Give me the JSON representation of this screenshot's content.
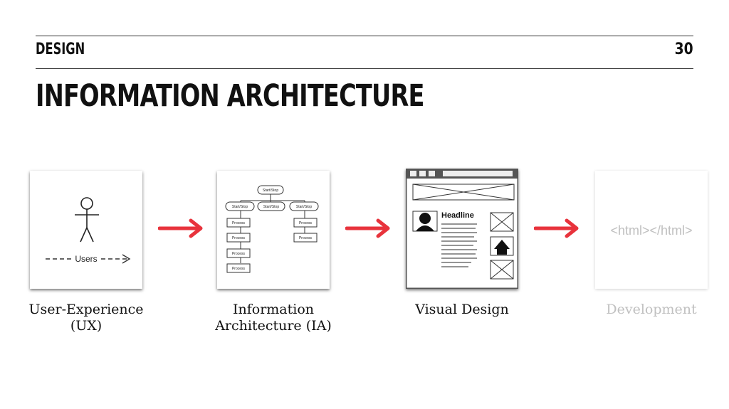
{
  "header": {
    "section": "DESIGN",
    "page_number": "30"
  },
  "slide": {
    "title": "INFORMATION ARCHITECTURE"
  },
  "stages": [
    {
      "label_line1": "User-Experience",
      "label_line2": "(UX)",
      "inner_text": "Users"
    },
    {
      "label_line1": "Information",
      "label_line2": "Architecture (IA)",
      "node_start": "Start/Stop",
      "node_process": "Process"
    },
    {
      "label_line1": "Visual Design",
      "label_line2": "",
      "headline": "Headline"
    },
    {
      "label_line1": "Development",
      "label_line2": "",
      "code_text": "<html></html>"
    }
  ],
  "colors": {
    "arrow": "#e8333c",
    "faded_text": "#c0c0c0"
  }
}
